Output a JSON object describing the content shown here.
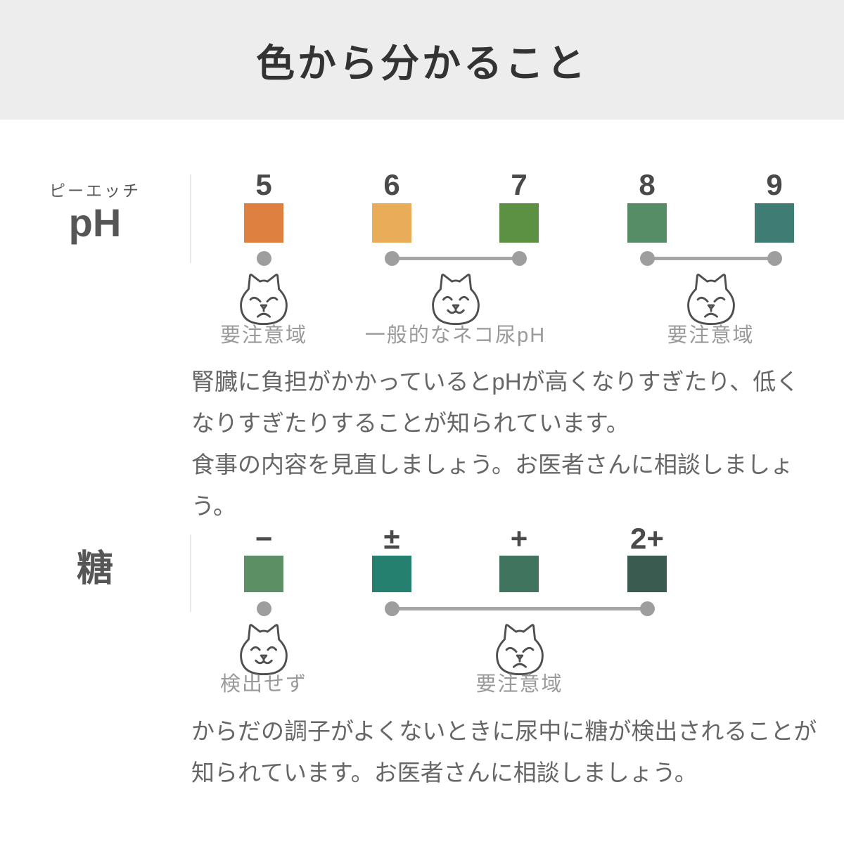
{
  "header": {
    "title": "色から分かること"
  },
  "ph_section": {
    "ruby": "ピーエッチ",
    "label": "pH",
    "columns": [
      {
        "value": "5",
        "color": "#DD8040"
      },
      {
        "value": "6",
        "color": "#E9AC58"
      },
      {
        "value": "7",
        "color": "#5C9144"
      },
      {
        "value": "8",
        "color": "#578D66"
      },
      {
        "value": "9",
        "color": "#3F7C74"
      }
    ],
    "ranges": [
      {
        "label": "要注意域",
        "mood": "sad",
        "cols": [
          0
        ]
      },
      {
        "label": "一般的なネコ尿pH",
        "mood": "happy",
        "cols": [
          1,
          2
        ]
      },
      {
        "label": "要注意域",
        "mood": "sad",
        "cols": [
          3,
          4
        ]
      }
    ],
    "description": [
      "腎臓に負担がかかっているとpHが高くなりすぎたり、低く",
      "なりすぎたりすることが知られています。",
      "食事の内容を見直しましょう。お医者さんに相談しましょう。"
    ]
  },
  "sugar_section": {
    "label": "糖",
    "columns": [
      {
        "value": "−",
        "color": "#5C8F63"
      },
      {
        "value": "±",
        "color": "#26806F"
      },
      {
        "value": "+",
        "color": "#40745F"
      },
      {
        "value": "2+",
        "color": "#3A5B4F"
      }
    ],
    "ranges": [
      {
        "label": "検出せず",
        "mood": "happy",
        "cols": [
          0
        ]
      },
      {
        "label": "要注意域",
        "mood": "sad",
        "cols": [
          1,
          3
        ]
      }
    ],
    "description": [
      "からだの調子がよくないときに尿中に糖が検出されることが",
      "知られています。お医者さんに相談しましょう。"
    ]
  },
  "colors": {
    "header_bg": "#EDEDED",
    "title_color": "#333333",
    "heading_color": "#565656",
    "value_color": "#4A4A4A",
    "label_gray": "#9A9A9A",
    "text_color": "#666666",
    "dot_color": "#9E9E9E",
    "line_color": "#A6A6A6",
    "cat_outline": "#4F4F4F",
    "divider": "#E8E8E8"
  }
}
